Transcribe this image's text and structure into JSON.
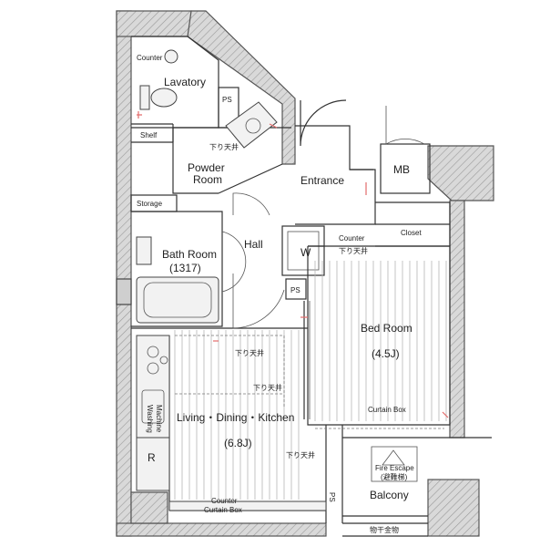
{
  "rooms": {
    "counter_top": "Counter",
    "lavatory": "Lavatory",
    "ps_top": "PS",
    "shelf": "Shelf",
    "ceiling_powder": "下り天井",
    "powder_room_1": "Powder",
    "powder_room_2": "Room",
    "entrance": "Entrance",
    "mb": "MB",
    "storage": "Storage",
    "bath_room_1": "Bath Room",
    "bath_room_2": "(1317)",
    "hall": "Hall",
    "w": "W",
    "counter_mid": "Counter",
    "ceiling_mid": "下り天井",
    "closet": "Closet",
    "ps_mid": "PS",
    "bed_room_1": "Bed Room",
    "bed_room_2": "(4.5J)",
    "ceiling_ldk_1": "下り天井",
    "ceiling_ldk_2": "下り天井",
    "curtain_box": "Curtain Box",
    "ldk_1": "Living・Dining・Kitchen",
    "ldk_2": "(6.8J)",
    "ceiling_ldk_3": "下り天井",
    "fridge": "R",
    "washer_1": "Washing",
    "washer_2": "Machine",
    "fire_escape_1": "Fire Escape",
    "fire_escape_2": "(避難梯)",
    "ps_bottom": "PS",
    "balcony": "Balcony",
    "counter_bottom": "Counter",
    "curtain_box_bottom": "Curtain Box",
    "hanger": "物干金物"
  }
}
